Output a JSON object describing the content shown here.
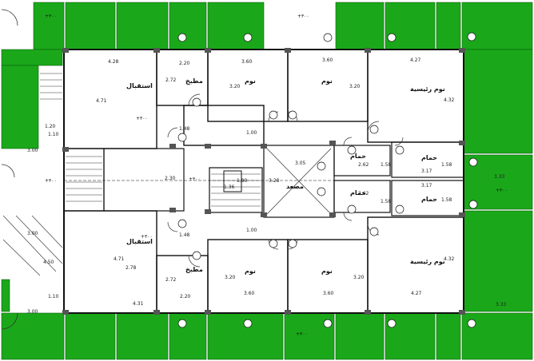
{
  "colors": {
    "green": "#1aa81a",
    "wall": "#111111",
    "column": "#555555",
    "line": "#333333",
    "bg": "#ffffff"
  },
  "dimensions": {
    "top_left_width": "4.28",
    "top_left_height": "4.71",
    "top_kitchen_width": "2.20",
    "top_kitchen_height": "2.72",
    "top_bed1_width": "3.60",
    "top_bed1_height": "3.20",
    "top_bed2_width": "3.60",
    "top_bed2_height": "3.20",
    "top_master_width": "4.27",
    "top_master_height": "4.32",
    "corridor_a": "1.48",
    "corridor_b": "1.00",
    "stair_w": "1.10",
    "stair_h": "1.20",
    "left_w": "3.00",
    "lobby_w": "2.30",
    "lift_w": "1.36",
    "lift_h": "1.80",
    "core_w": "3.05",
    "core_h": "3.28",
    "bath1_w": "2.62",
    "bath1_h": "1.58",
    "bath2_w": "2.62",
    "bath2_h": "1.58",
    "bath3_w": "3.17",
    "bath3_h": "1.58",
    "bath4_w": "3.17",
    "bath4_h": "1.58",
    "bottom_left_width": "4.31",
    "bottom_left_height": "4.71",
    "bottom_left_inner": "2.78",
    "bottom_kitchen_width": "2.20",
    "bottom_kitchen_height": "2.72",
    "bottom_bed1_width": "3.60",
    "bottom_bed1_height": "3.20",
    "bottom_bed2_width": "3.60",
    "bottom_bed2_height": "3.20",
    "bottom_master_width": "4.27",
    "bottom_master_height": "4.32",
    "ramp_a": "3.00",
    "ramp_b": "4.50",
    "bottom_stair_w": "1.10",
    "bottom_left_w": "3.00",
    "corridor_c": "1.48",
    "corridor_d": "1.00",
    "right_side_a": "3.33",
    "right_side_b": "3.33"
  },
  "rooms": {
    "top_reception": "استقبال",
    "top_kitchen": "مطبخ",
    "top_bed1": "نوم",
    "top_bed2": "نوم",
    "top_master": "نوم رئيسية",
    "bath1": "حمام",
    "bath2": "حمام",
    "bath3": "حمام",
    "bath4": "حمام",
    "elevator": "مصعد",
    "bottom_reception": "استقبال",
    "bottom_kitchen": "مطبخ",
    "bottom_bed1": "نوم",
    "bottom_bed2": "نوم",
    "bottom_master": "نوم رئيسية"
  },
  "levels": {
    "l1": "+٣٠٠",
    "l2": "+٣٠٠",
    "l3": "+٣٠٠",
    "l4": "+٣٠٠",
    "l5": "+٣٠٠",
    "l6": "+٣٠٠",
    "l7": "+٣٠٠",
    "l8": "+٣٠٠"
  },
  "icons": {
    "section_marker": "section-marker-icon",
    "column": "column-icon",
    "door": "door-swing-icon",
    "stairs": "stairs-icon",
    "lift": "elevator-icon"
  }
}
